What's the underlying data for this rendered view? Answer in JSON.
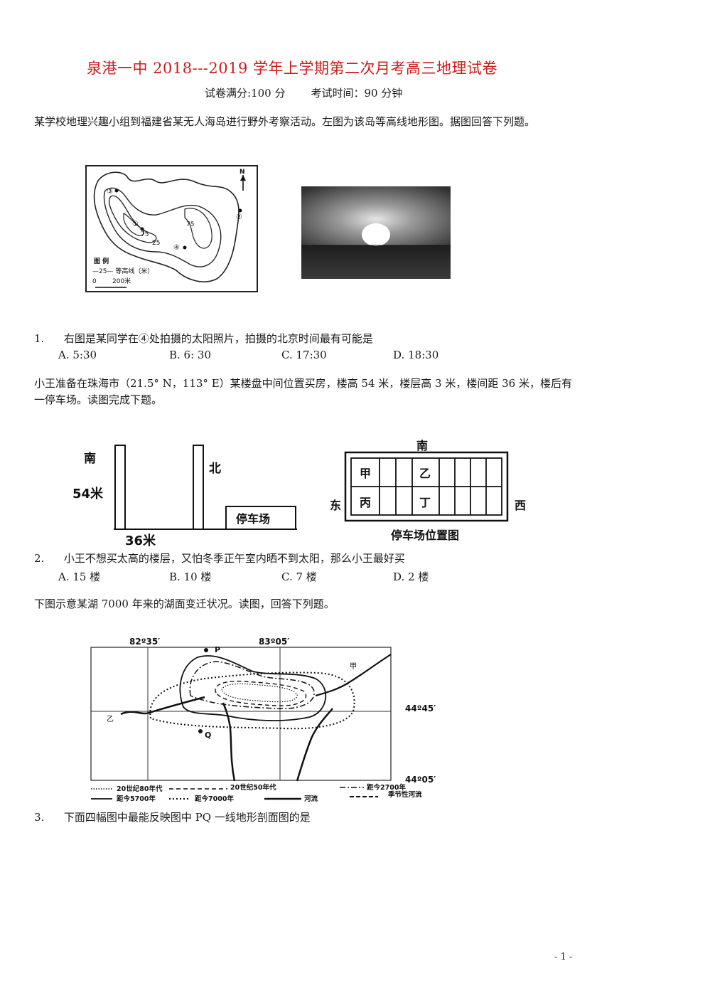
{
  "header": {
    "title": "泉港一中 2018---2019 学年上学期第二次月考高三地理试卷",
    "score_label": "试卷满分:100 分",
    "time_label": "考试时间：90 分钟"
  },
  "intro1": "某学校地理兴趣小组到福建省某无人海岛进行野外考察活动。左图为该岛等高线地形图。据图回答下列题。",
  "figure1": {
    "map_labels": {
      "north": "N",
      "p1": "①",
      "p2": "②",
      "p3": "③",
      "p4": "④",
      "c75a": "75",
      "c75b": "75",
      "c25": "25",
      "legend_title": "图  例",
      "legend_contour": "—25— 等高线（米）",
      "scale_zero": "0",
      "scale_dist": "200米"
    }
  },
  "q1": {
    "number": "1.",
    "text": "右图是某同学在④处拍摄的太阳照片，拍摄的北京时间最有可能是",
    "options": [
      "A.  5:30",
      "B.  6: 30",
      "C.  17:30",
      "D.  18:30"
    ]
  },
  "intro2": "小王准备在珠海市（21.5° N，113° E）某楼盘中间位置买房，楼高 54 米，楼层高 3 米，楼间距 36 米，楼后有一停车场。读图完成下题。",
  "figure2": {
    "south": "南",
    "north": "北",
    "height": "54米",
    "distance": "36米",
    "parking": "停车场",
    "lot_south": "南",
    "lot_east": "东",
    "lot_west": "西",
    "cell_jia": "甲",
    "cell_yi": "乙",
    "cell_bing": "丙",
    "cell_ding": "丁",
    "lot_caption": "停车场位置图"
  },
  "q2": {
    "number": "2.",
    "text": "小王不想买太高的楼层，又怕冬季正午室内晒不到太阳，那么小王最好买",
    "options": [
      "A.  15 楼",
      "B.  10 楼",
      "C.  7 楼",
      "D.  2 楼"
    ]
  },
  "intro3": "下图示意某湖 7000 年来的湖面变迁状况。读图，回答下列题。",
  "figure3": {
    "lon1": "82º35′",
    "lon2": "83º05′",
    "lat1": "44º45′",
    "lat2": "44º05′",
    "P": "P",
    "Q": "Q",
    "jia": "甲",
    "yi": "乙",
    "legend_80s": "20世纪80年代",
    "legend_50s": "20世纪50年代",
    "legend_2700": "距今2700年",
    "legend_5700": "距今5700年",
    "legend_7000": "距今7000年",
    "legend_river": "河流",
    "legend_seasonal": "季节性河流"
  },
  "q3": {
    "number": "3.",
    "text": "下面四幅图中最能反映图中 PQ 一线地形剖面图的是"
  },
  "page_number": "- 1 -"
}
